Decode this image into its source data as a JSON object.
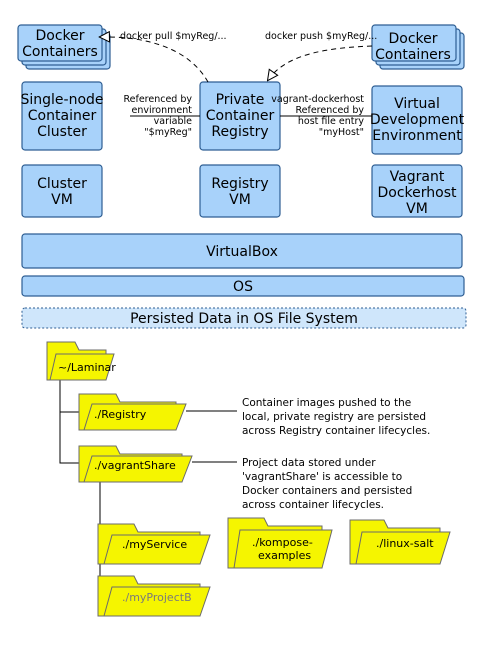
{
  "colors": {
    "box_fill": "#a8d2fa",
    "box_stroke": "#2e5e93",
    "folder_fill": "#f5f500",
    "folder_stroke": "#6b6b6b",
    "arrow": "#000000"
  },
  "top": {
    "docker_left": [
      "Docker",
      "Containers"
    ],
    "docker_right": [
      "Docker",
      "Containers"
    ],
    "single_node": [
      "Single-node",
      "Container",
      "Cluster"
    ],
    "registry": [
      "Private",
      "Container",
      "Registry"
    ],
    "vde": [
      "Virtual",
      "Development",
      "Environment"
    ],
    "cluster_vm": [
      "Cluster",
      "VM"
    ],
    "registry_vm": [
      "Registry",
      "VM"
    ],
    "vagrant_vm": [
      "Vagrant",
      "Dockerhost",
      "VM"
    ],
    "virtualbox": "VirtualBox",
    "os": "OS",
    "persisted": "Persisted Data in OS File System"
  },
  "edges": {
    "pull": "docker pull $myReg/...",
    "push": "docker push $myReg/...",
    "env_ref": [
      "Referenced by",
      "environment",
      "variable",
      "\"$myReg\""
    ],
    "host_ref": [
      "vagrant-dockerhost",
      "Referenced by",
      "host file entry",
      "\"myHost\""
    ]
  },
  "folders": {
    "laminar": "~/Laminar",
    "registry": "./Registry",
    "vagrantshare": "./vagrantShare",
    "myservice": "./myService",
    "kompose": [
      "./kompose-",
      "examples"
    ],
    "linuxsalt": "./linux-salt",
    "myprojectb": "./myProjectB"
  },
  "notes": {
    "registry": [
      "Container images pushed to the",
      "local, private registry are persisted",
      "across Registry container lifecycles."
    ],
    "vagrantshare": [
      "Project data stored under",
      "'vagrantShare' is accessible to",
      "Docker containers and persisted",
      "across container lifecycles."
    ]
  }
}
